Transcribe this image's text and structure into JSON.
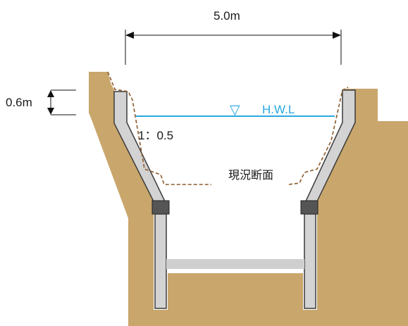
{
  "labels": {
    "top_width": "5.0m",
    "freeboard": "0.6m",
    "water_level": "H.W.L",
    "water_symbol": "▽",
    "slope": "1：0.5",
    "existing_section": "現況断面"
  },
  "colors": {
    "soil": "#c9a66b",
    "concrete_light": "#d3d3d3",
    "concrete_outline": "#3a3a3a",
    "water_line": "#29a9e0",
    "existing_section_line": "#8b5a2b",
    "joint_block": "#555555"
  }
}
